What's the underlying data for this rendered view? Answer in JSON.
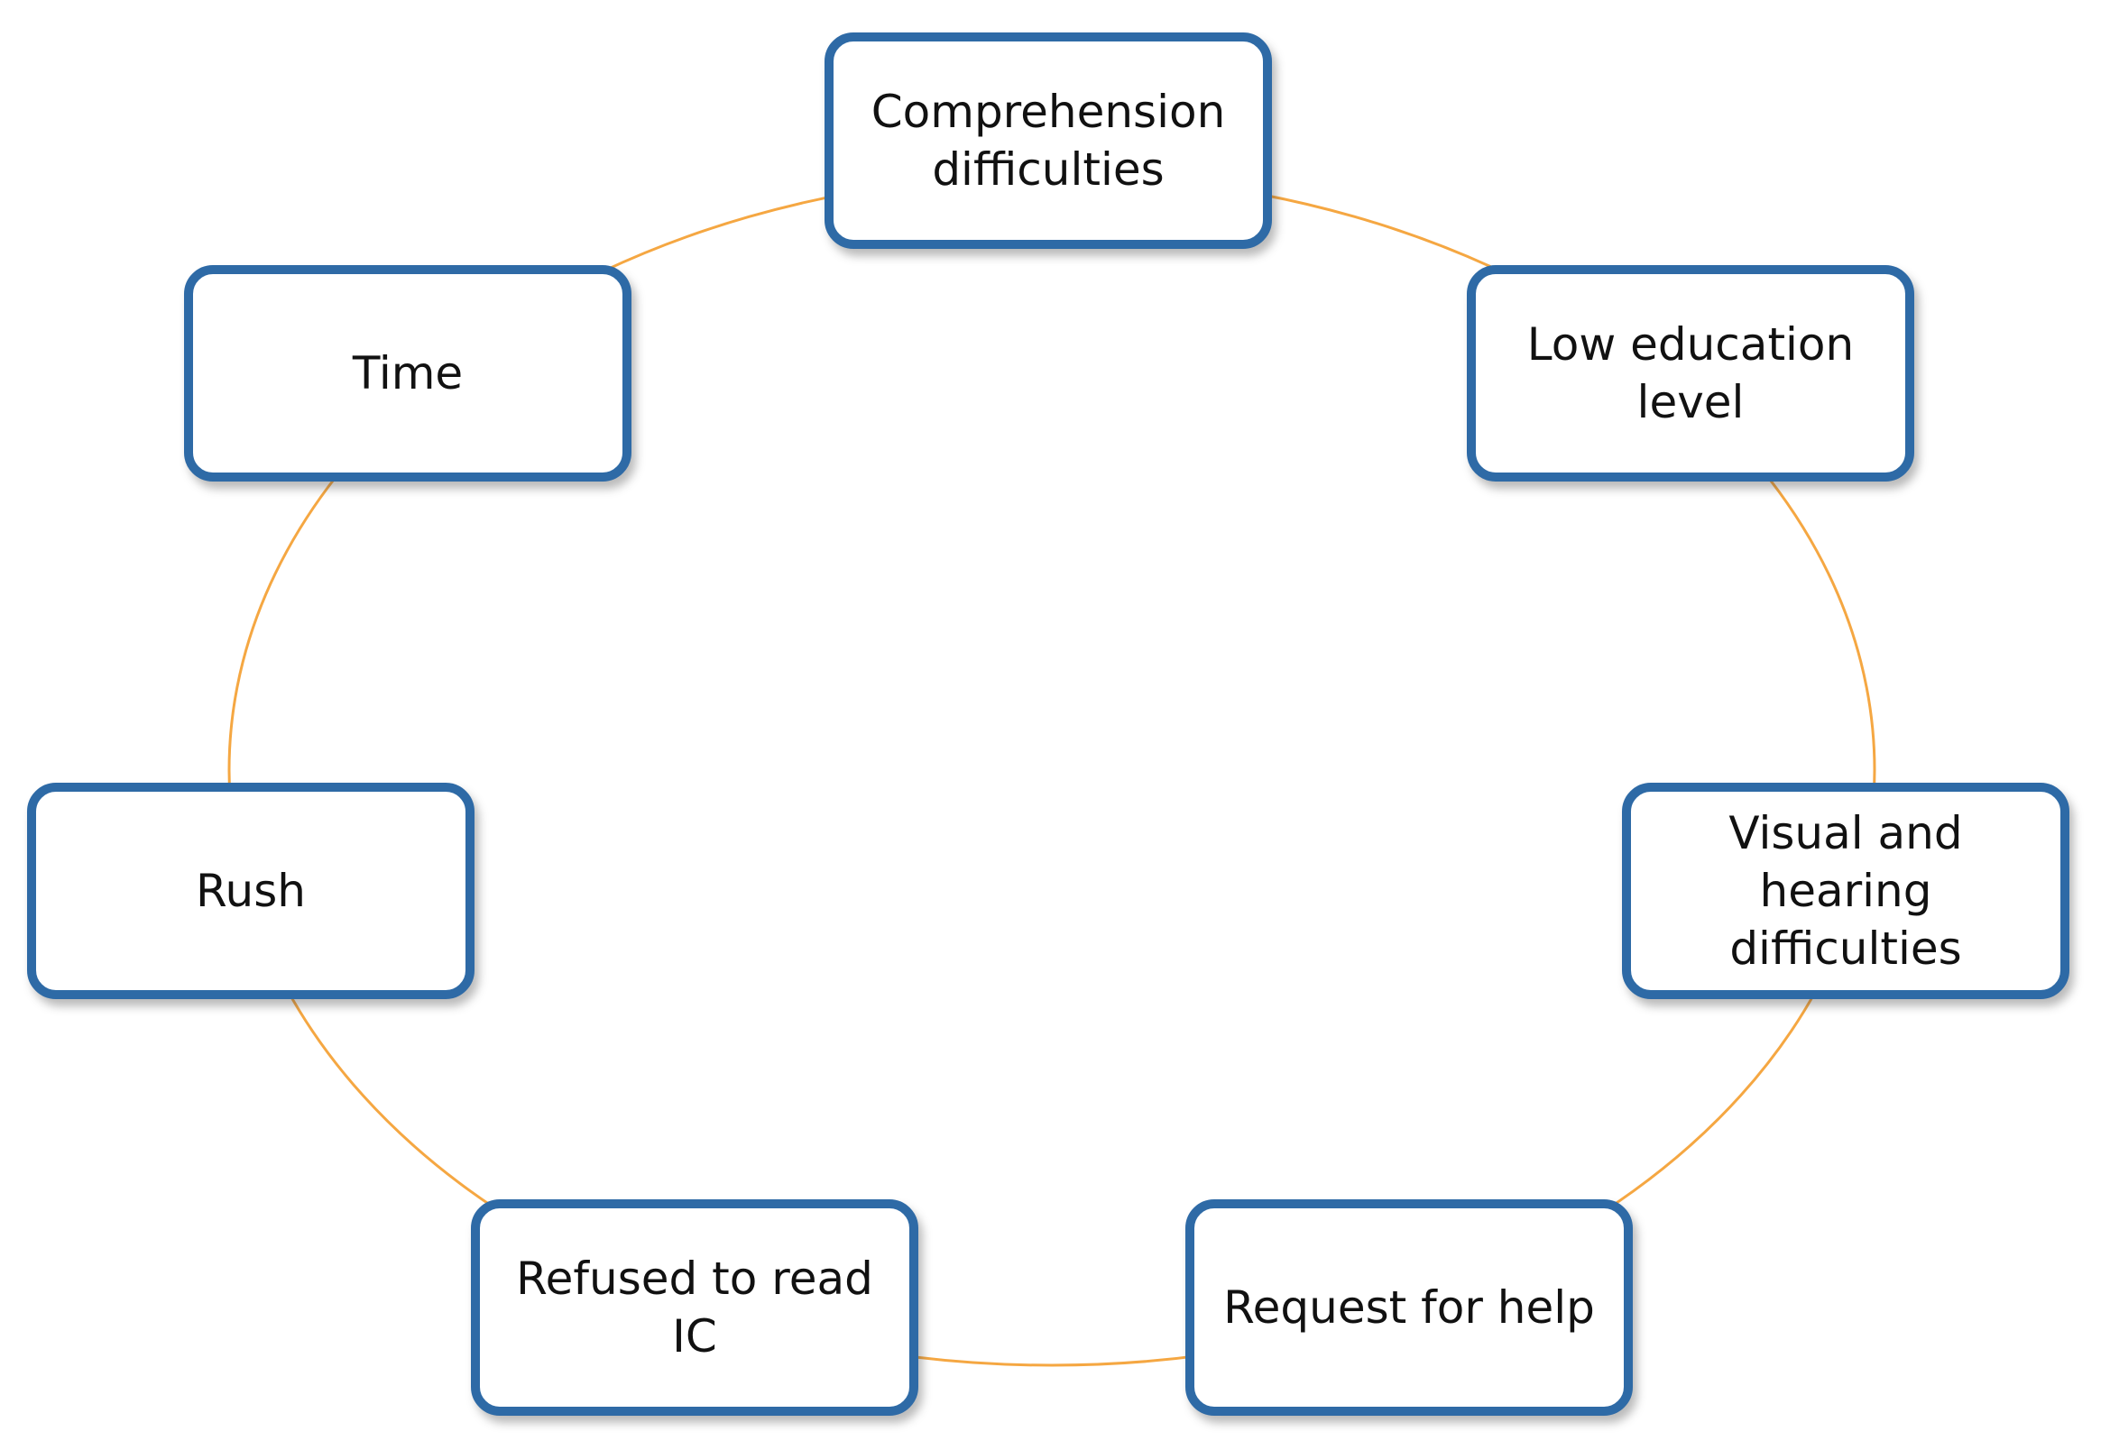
{
  "diagram": {
    "connector_color": "#f5a742",
    "box_border_color": "#2e6aa6",
    "nodes": [
      {
        "label": "Comprehension difficulties"
      },
      {
        "label": "Low education level"
      },
      {
        "label": "Visual and hearing difficulties"
      },
      {
        "label": "Request for help"
      },
      {
        "label": "Refused to read IC"
      },
      {
        "label": "Rush"
      },
      {
        "label": "Time"
      }
    ]
  }
}
